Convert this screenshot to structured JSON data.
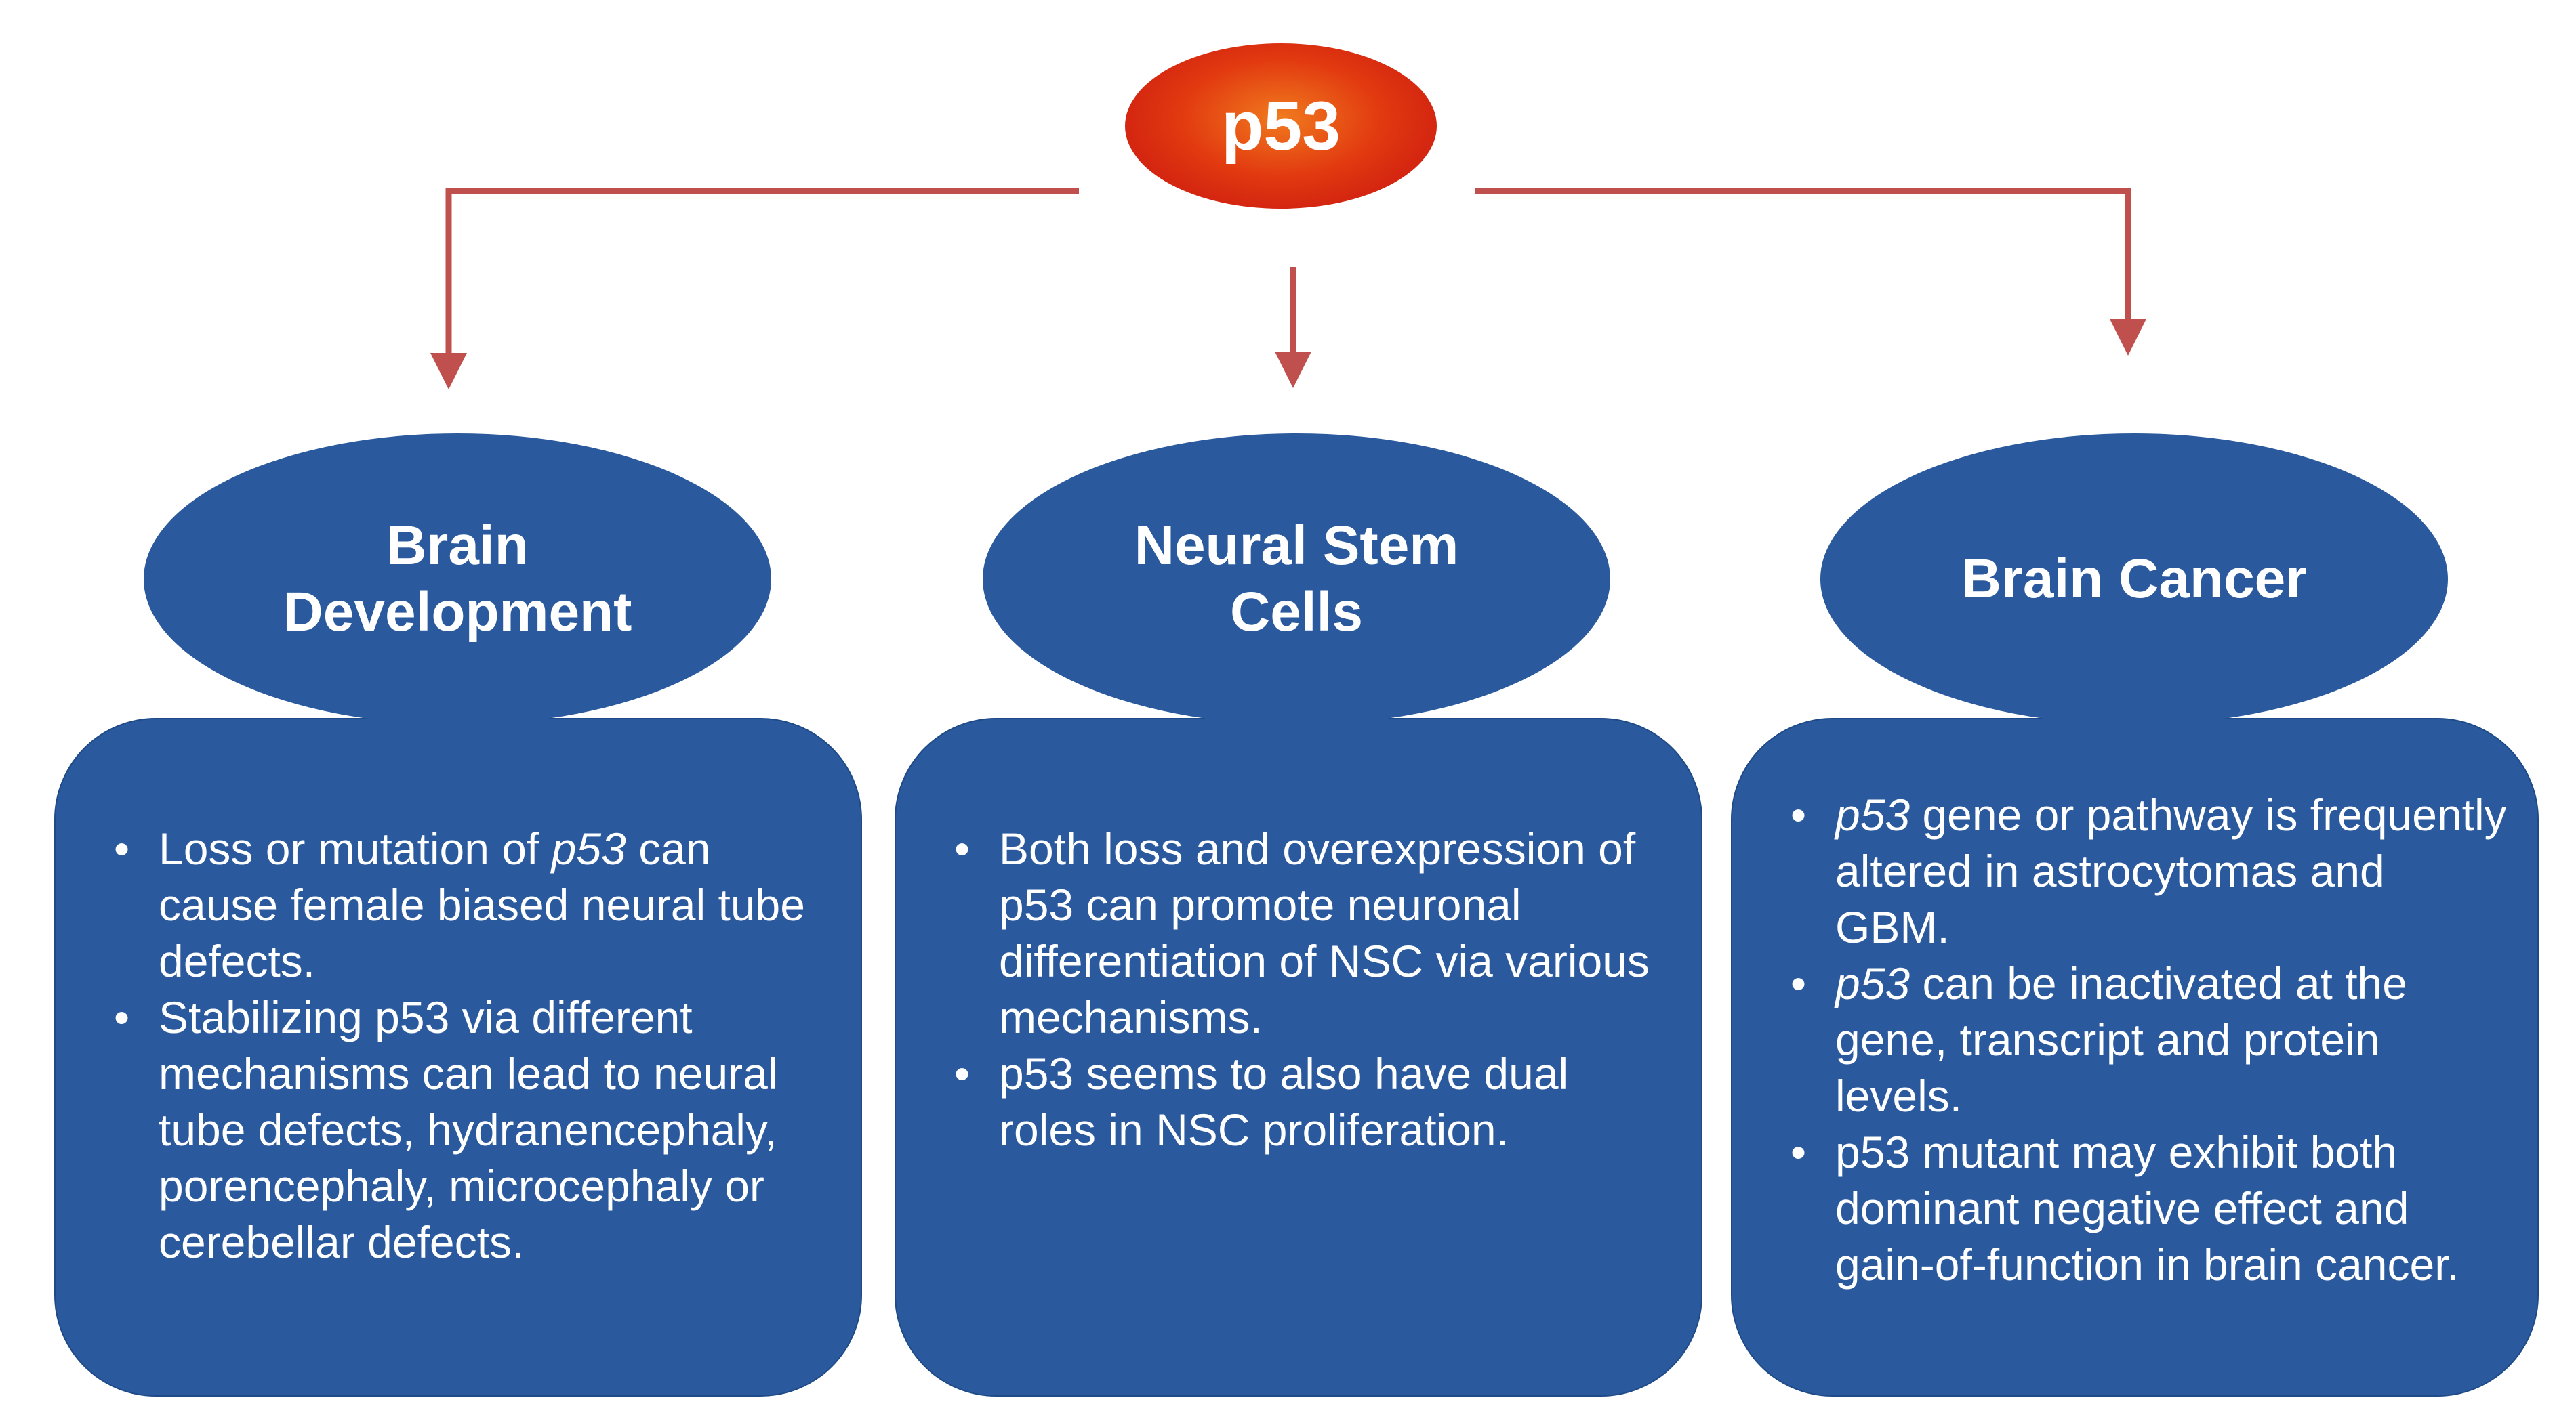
{
  "root": {
    "label": "p53"
  },
  "colors": {
    "root_fill": "#e23a10",
    "node_fill": "#2a5a9d",
    "connector": "#c0504d",
    "text": "#ffffff"
  },
  "branches": [
    {
      "title": "Brain\nDevelopment",
      "bullets": [
        {
          "em": "",
          "rest": "Loss or mutation of "
        },
        {
          "em": "",
          "rest": "Stabilizing p53 via different mechanisms can lead to neural tube defects, hydranencephaly, porencephaly, microcephaly or cerebellar defects."
        }
      ],
      "bullet1_em_tail": "p53",
      "bullet1_tail": " can cause female biased neural tube defects."
    },
    {
      "title": "Neural Stem\nCells",
      "bullets": [
        {
          "em": "",
          "rest": "Both loss and overexpression of p53 can promote neuronal differentiation of NSC via various mechanisms."
        },
        {
          "em": "",
          "rest": "p53 seems to also have dual roles in NSC proliferation."
        }
      ]
    },
    {
      "title": "Brain Cancer",
      "bullets": [
        {
          "em": "p53",
          "rest": " gene or pathway is frequently altered in astrocytomas and GBM."
        },
        {
          "em": "p53",
          "rest": " can be inactivated at the gene, transcript and protein levels."
        },
        {
          "em": "",
          "rest": "p53 mutant may exhibit both dominant negative effect and gain-of-function in brain cancer."
        }
      ]
    }
  ]
}
